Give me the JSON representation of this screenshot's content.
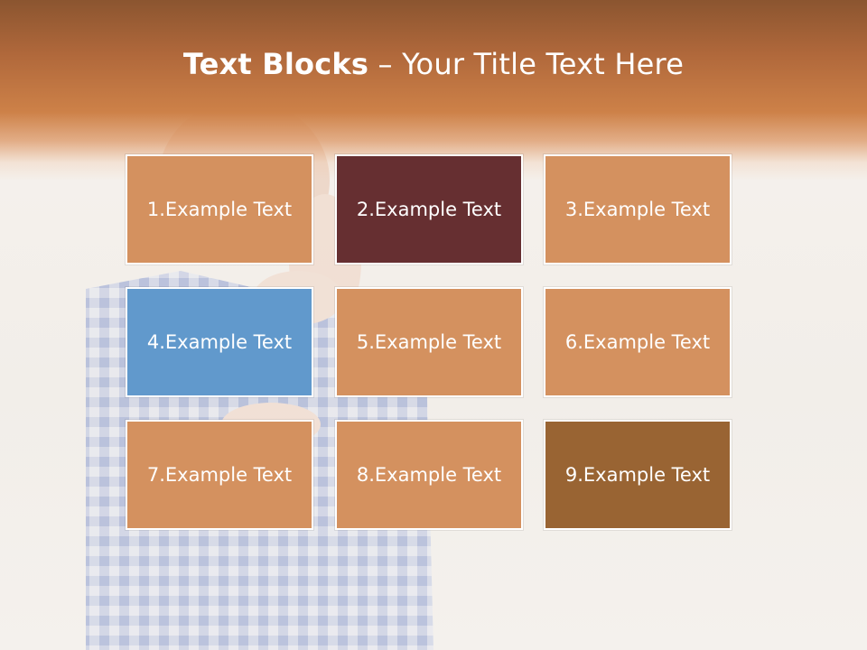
{
  "title": {
    "bold": "Text Blocks",
    "separator": "–",
    "rest": "Your Title Text Here"
  },
  "colors": {
    "tan": "#d4915f",
    "maroon": "#662f31",
    "blue": "#6199cc",
    "brown": "#996433",
    "header": "#c57a43"
  },
  "blocks": [
    {
      "label": "1.Example Text",
      "color": "#d4915f"
    },
    {
      "label": "2.Example Text",
      "color": "#662f31"
    },
    {
      "label": "3.Example Text",
      "color": "#d4915f"
    },
    {
      "label": "4.Example Text",
      "color": "#6199cc"
    },
    {
      "label": "5.Example Text",
      "color": "#d4915f"
    },
    {
      "label": "6.Example Text",
      "color": "#d4915f"
    },
    {
      "label": "7.Example Text",
      "color": "#d4915f"
    },
    {
      "label": "8.Example Text",
      "color": "#d4915f"
    },
    {
      "label": "9.Example Text",
      "color": "#996433"
    }
  ]
}
